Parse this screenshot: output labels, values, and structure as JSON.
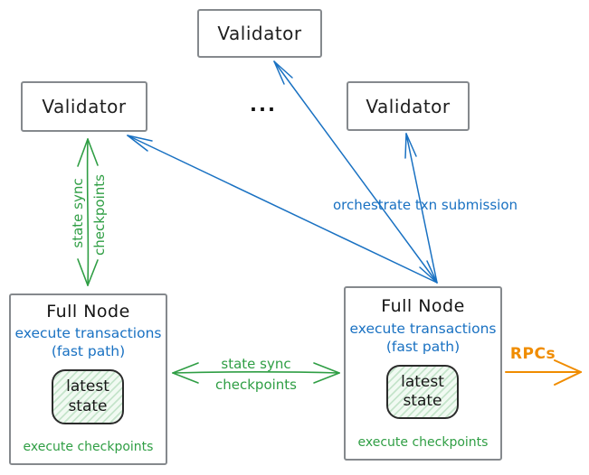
{
  "validators": {
    "top": {
      "label": "Validator"
    },
    "left": {
      "label": "Validator"
    },
    "right": {
      "label": "Validator"
    },
    "ellipsis": "..."
  },
  "full_nodes": {
    "left": {
      "title": "Full Node",
      "exec_line1": "execute transactions",
      "exec_line2": "(fast path)",
      "state_line1": "latest",
      "state_line2": "state",
      "footer": "execute checkpoints"
    },
    "right": {
      "title": "Full Node",
      "exec_line1": "execute transactions",
      "exec_line2": "(fast path)",
      "state_line1": "latest",
      "state_line2": "state",
      "footer": "execute checkpoints"
    }
  },
  "labels": {
    "vertical_arrow_line1": "state sync",
    "vertical_arrow_line2": "checkpoints",
    "horizontal_arrow_line1": "state sync",
    "horizontal_arrow_line2": "checkpoints",
    "orchestrate": "orchestrate txn submission",
    "rpcs": "RPCs"
  },
  "colors": {
    "green": "#2f9e44",
    "blue": "#1971c2",
    "orange": "#f08c00",
    "ink": "#1e1e1e",
    "box_border": "#85898d"
  }
}
